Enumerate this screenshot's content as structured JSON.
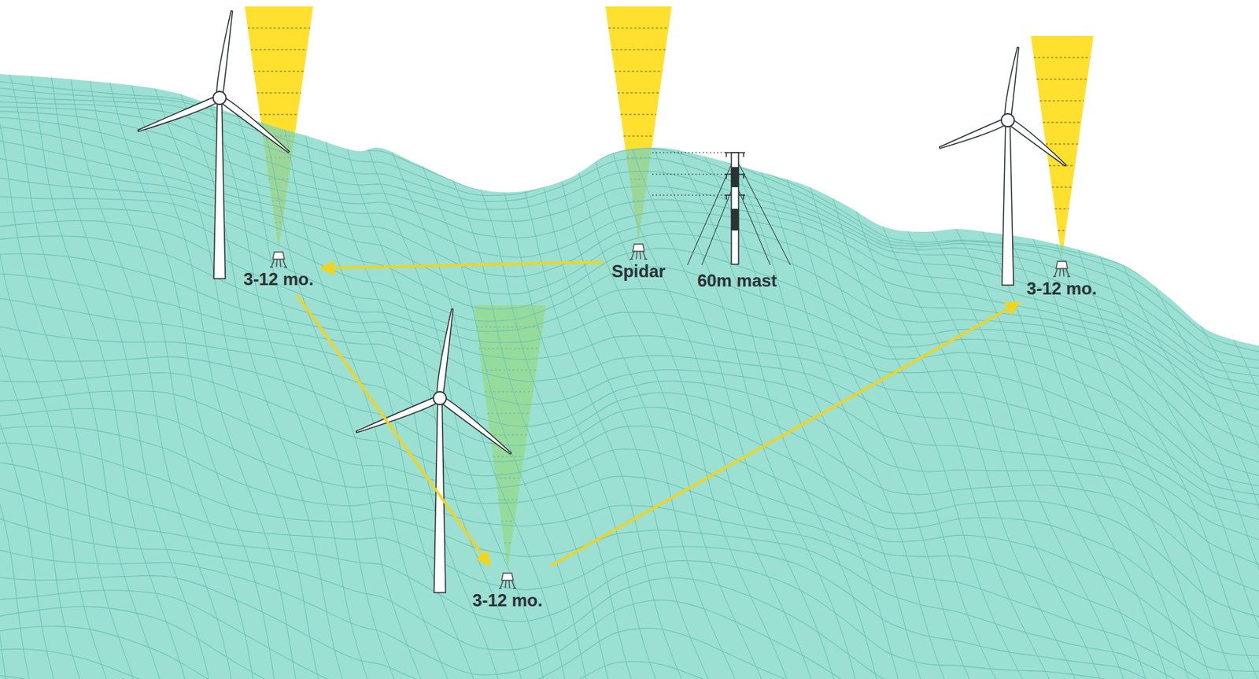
{
  "diagram": {
    "nodes": [
      {
        "text": [
          "Spidar"
        ]
      },
      {
        "text": [
          "3-12 mo."
        ]
      },
      {
        "text": [
          "3-12 mo."
        ]
      },
      {
        "text": [
          "3-12 mo."
        ]
      }
    ],
    "edges": [
      {
        "from": 0,
        "to": 1,
        "arrow": "to"
      },
      {
        "from": 1,
        "to": 2,
        "arrow": "to"
      },
      {
        "from": 2,
        "to": 3,
        "arrow": "to"
      }
    ],
    "labels": [
      "60m mast"
    ]
  }
}
